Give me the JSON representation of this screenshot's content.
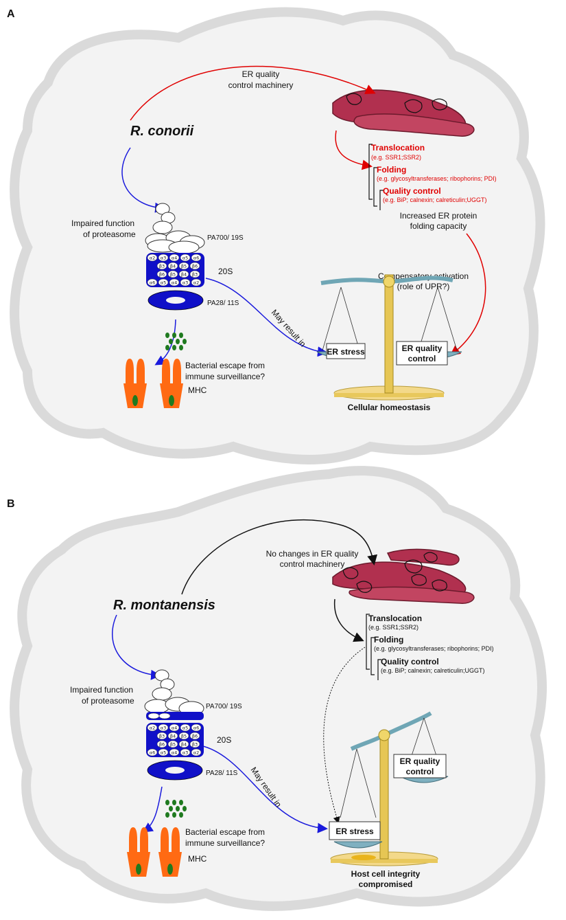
{
  "panelA": {
    "letter": "A",
    "bacterium": "R. conorii",
    "er_machinery": [
      "ER quality",
      "control machinery"
    ],
    "list": {
      "translocation": "Translocation",
      "translocation_eg": "(e.g. SSR1;SSR2)",
      "folding": "Folding",
      "folding_eg": "(e.g. glycosyltransferases; ribophorins; PDI)",
      "qc": "Quality control",
      "qc_eg": "(e.g. BiP; calnexin; calreticulin;UGGT)"
    },
    "increased": [
      "Increased ER protein",
      "folding capacity"
    ],
    "compensatory": [
      "Compensatory activation",
      "(role of UPR?)"
    ],
    "impaired": [
      "Impaired function",
      "of proteasome"
    ],
    "pa700": "PA700/ 19S",
    "s20": "20S",
    "pa28": "PA28/ 11S",
    "may_result": "May result in",
    "escape": [
      "Bacterial escape from",
      "immune surveillance?"
    ],
    "mhc": "MHC",
    "er_stress": "ER stress",
    "erqc": [
      "ER quality",
      "control"
    ],
    "homeostasis": "Cellular homeostasis",
    "colors": {
      "arrow_top": "#e00000",
      "arrow_left": "#1a1adc",
      "list_text": "#e00000"
    }
  },
  "panelB": {
    "letter": "B",
    "bacterium": "R. montanensis",
    "er_machinery": [
      "No changes in ER quality",
      "control machinery"
    ],
    "list": {
      "translocation": "Translocation",
      "translocation_eg": "(e.g. SSR1;SSR2)",
      "folding": "Folding",
      "folding_eg": "(e.g. glycosyltransferases; ribophorins; PDI)",
      "qc": "Quality control",
      "qc_eg": "(e.g. BiP; calnexin; calreticulin;UGGT)"
    },
    "impaired": [
      "Impaired function",
      "of proteasome"
    ],
    "pa700": "PA700/ 19S",
    "s20": "20S",
    "pa28": "PA28/ 11S",
    "may_result": "May result in",
    "escape": [
      "Bacterial escape from",
      "immune surveillance?"
    ],
    "mhc": "MHC",
    "er_stress": "ER stress",
    "erqc": [
      "ER quality",
      "control"
    ],
    "compromised": [
      "Host cell integrity",
      "compromised"
    ],
    "colors": {
      "arrow_top": "#111111",
      "arrow_left": "#1a1adc",
      "list_text": "#111111"
    }
  },
  "proteasome_labels": {
    "row1": [
      "α2",
      "α3",
      "α4",
      "α5",
      "α6"
    ],
    "row2": [
      "β3",
      "β4",
      "β5",
      "β6"
    ],
    "row3": [
      "β6",
      "β5",
      "β4",
      "β3"
    ],
    "row4": [
      "α6",
      "α5",
      "α4",
      "α3",
      "α2"
    ]
  }
}
